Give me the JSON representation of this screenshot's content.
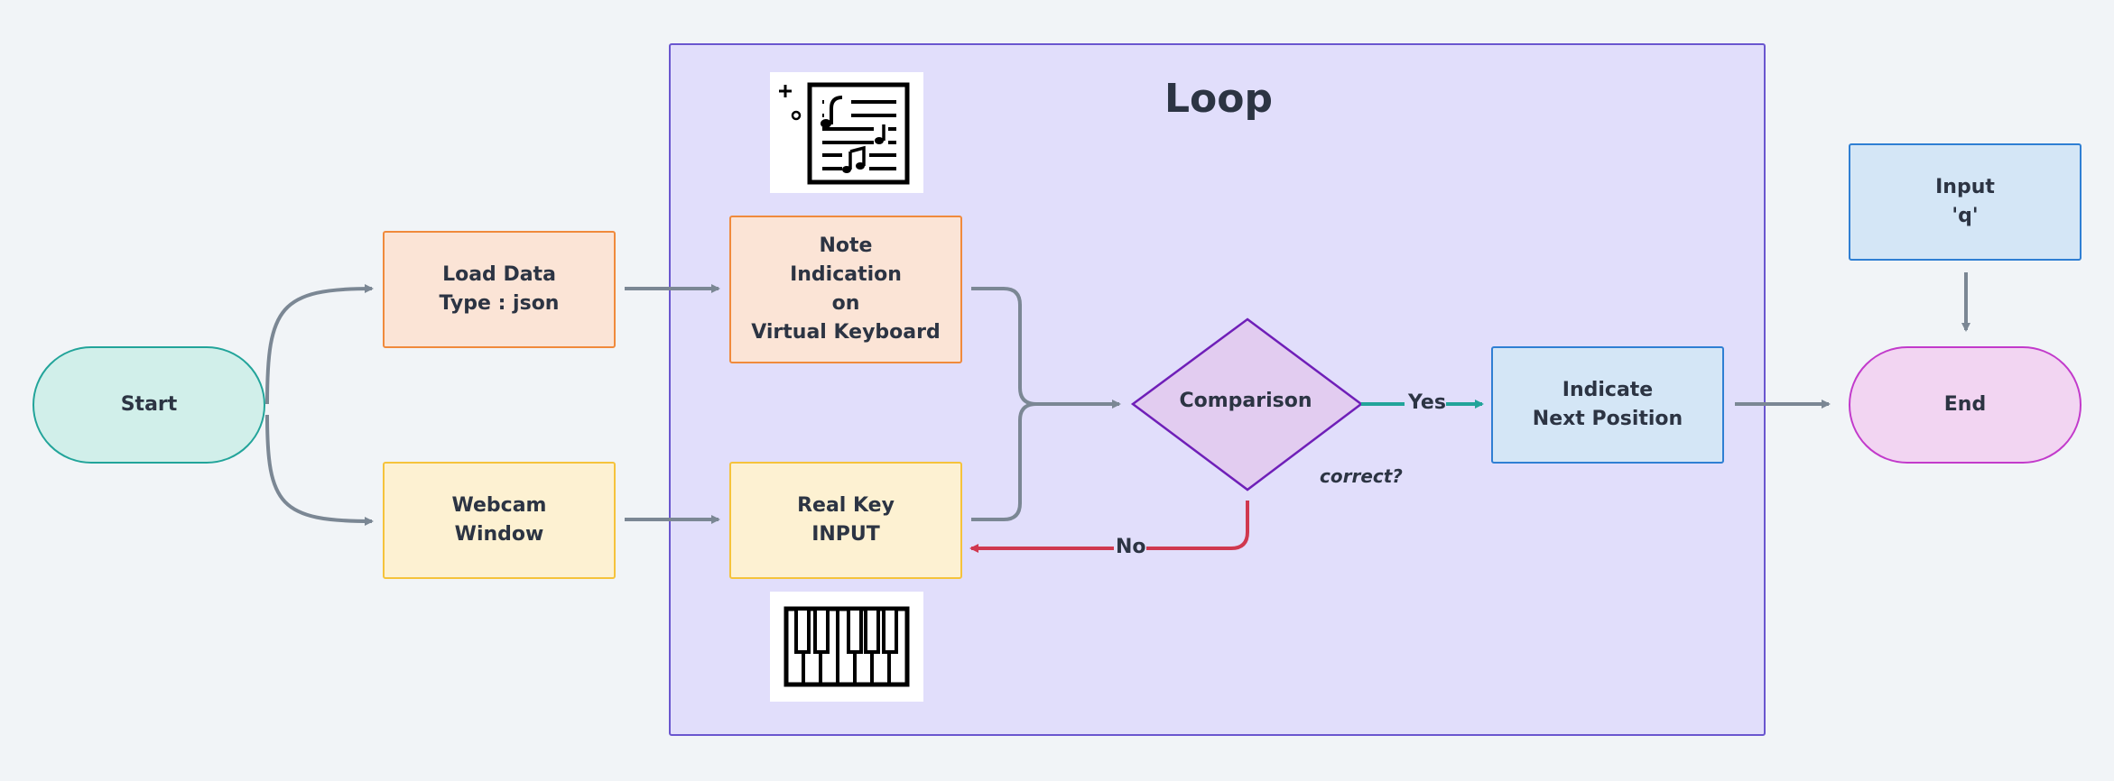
{
  "diagram": {
    "loop_title": "Loop",
    "nodes": {
      "start": "Start",
      "load_data": [
        "Load Data",
        "Type : json"
      ],
      "webcam": [
        "Webcam",
        "Window"
      ],
      "note_indication": [
        "Note",
        "Indication",
        "on",
        "Virtual Keyboard"
      ],
      "real_key": [
        "Real Key",
        "INPUT"
      ],
      "comparison": "Comparison",
      "indicate": [
        "Indicate",
        "Next Position"
      ],
      "input_q": [
        "Input",
        "'q'"
      ],
      "end": "End"
    },
    "edge_labels": {
      "yes": "Yes",
      "no": "No",
      "condition": "correct?"
    },
    "icons": [
      "music-sheet-icon",
      "piano-keys-icon"
    ],
    "colors": {
      "background": "#f1f4f7",
      "loop_fill": "#e1defb",
      "loop_border": "#6a56cf",
      "edge_gray": "#7b8794",
      "edge_yes": "#22a49a",
      "edge_no": "#d0384f"
    }
  }
}
